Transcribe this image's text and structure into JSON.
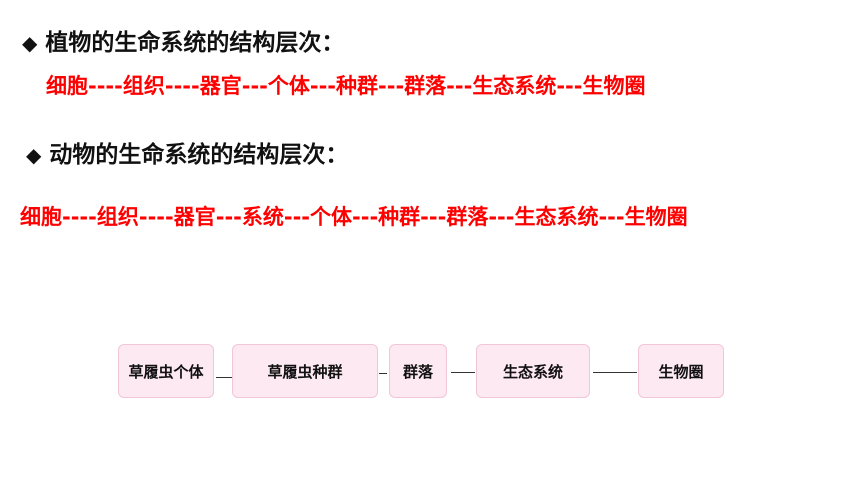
{
  "plant": {
    "bullet": "◆",
    "heading": "植物的生命系统的结构层次：",
    "chain": "细胞----组织----器官---个体---种群---群落---生态系统---生物圈"
  },
  "animal": {
    "bullet": "◆",
    "heading": "动物的生命系统的结构层次：",
    "chain": "细胞----组织----器官---系统---个体---种群---群落---生态系统---生物圈"
  },
  "diagram": {
    "boxes": [
      "草履虫个体",
      "草履虫种群",
      "群落",
      "生态系统",
      "生物圈"
    ]
  },
  "colors": {
    "accent": "#ff0000",
    "box_fill": "#fde9f2"
  }
}
